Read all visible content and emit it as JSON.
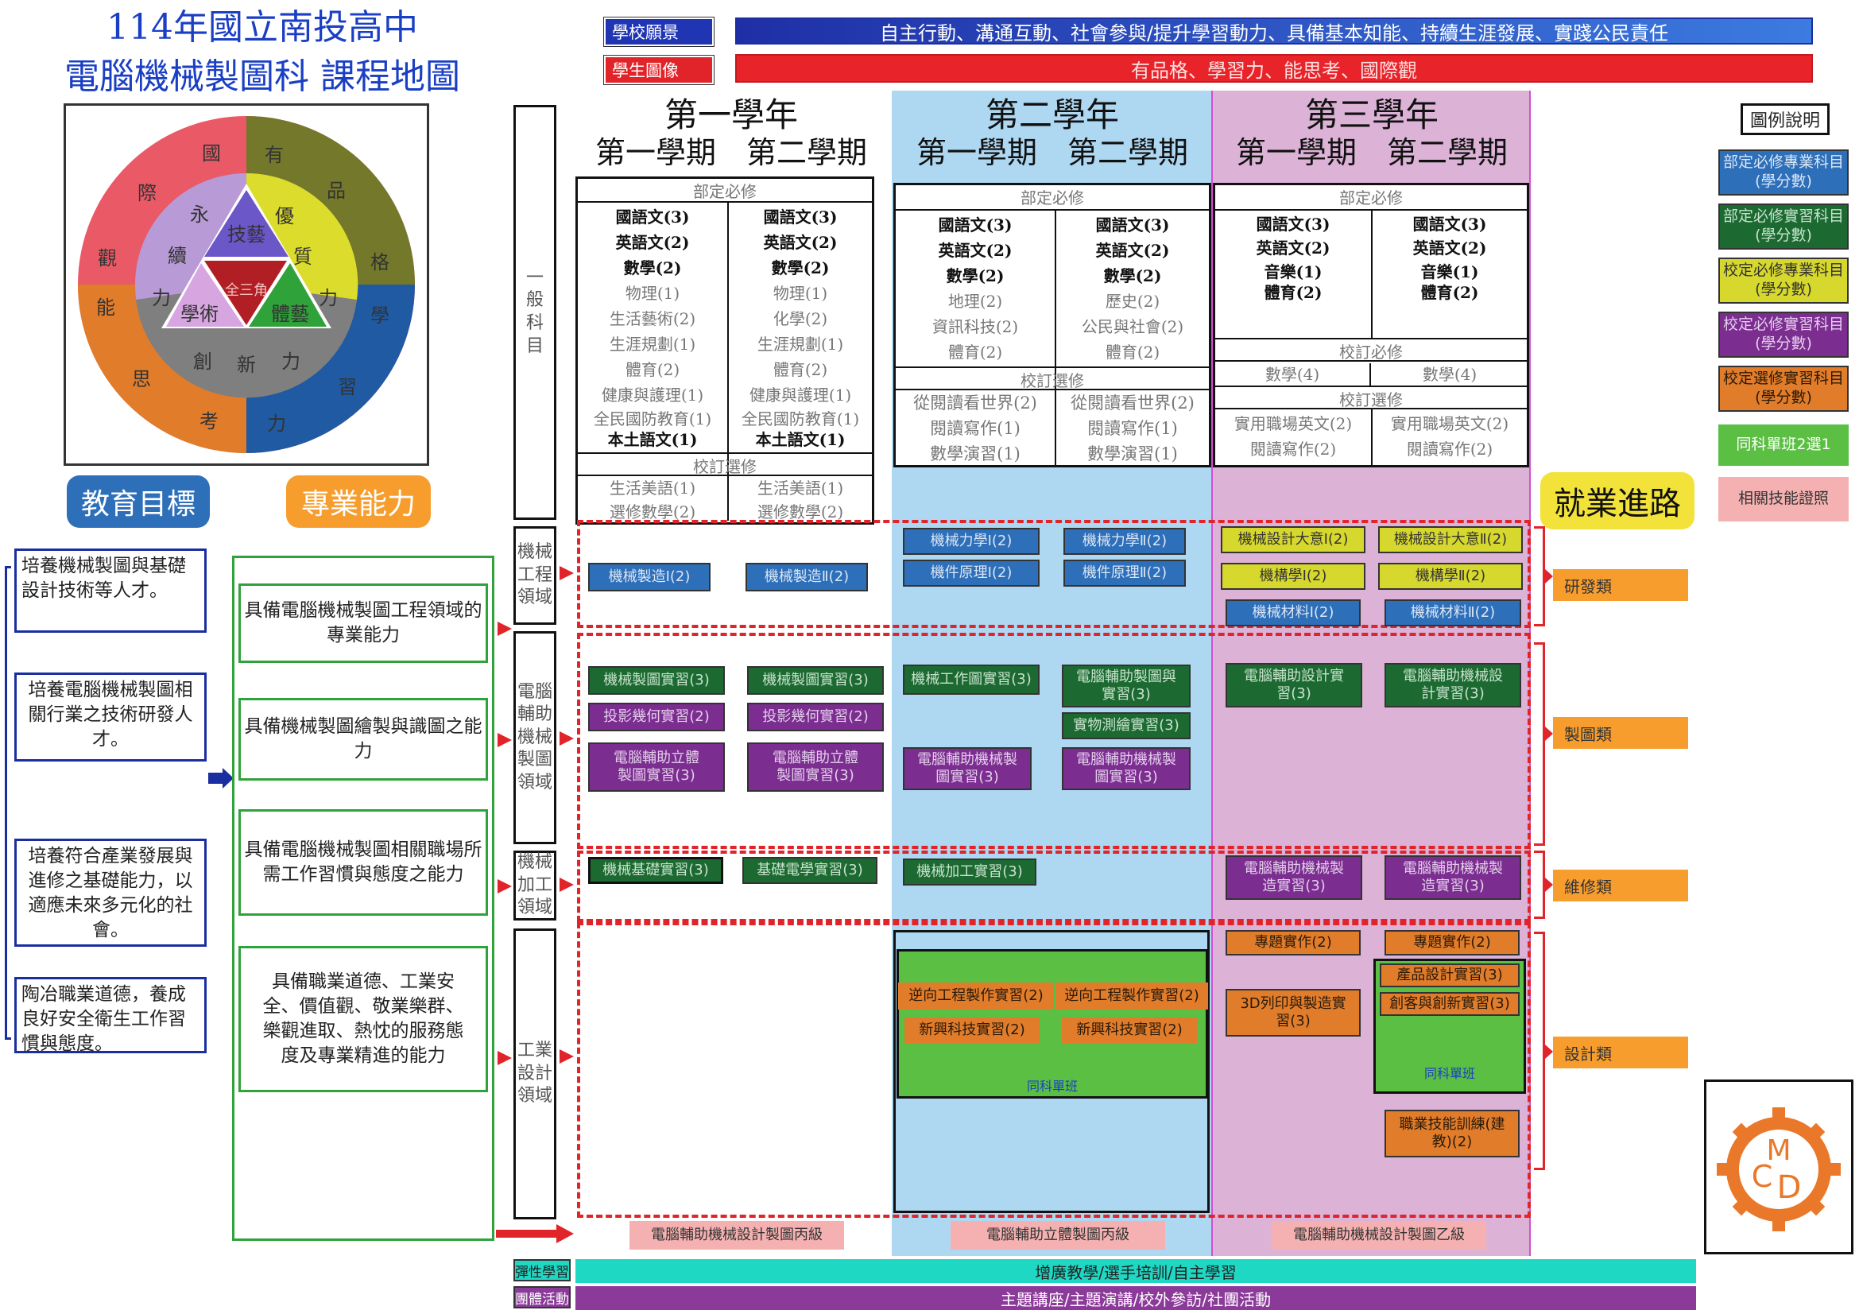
{
  "title": {
    "line1": "114年國立南投高中",
    "line2": "電腦機械製圖科 課程地圖"
  },
  "vision": {
    "label": "學校願景",
    "text": "自主行動、溝通互動、社會參與/提升學習動力、具備基本知能、持續生涯發展、實踐公民責任"
  },
  "portrait": {
    "label": "學生圖像",
    "text": "有品格、學習力、能思考、國際觀"
  },
  "wheel": {
    "outer": [
      "國",
      "際",
      "觀",
      "能",
      "思",
      "考",
      "力",
      "習",
      "學",
      "格",
      "品",
      "有"
    ],
    "middle": [
      "永",
      "續",
      "力",
      "優",
      "質",
      "力",
      "創",
      "新",
      "力"
    ],
    "inner": [
      "技藝",
      "學術",
      "體藝",
      "全三角"
    ]
  },
  "edu_goal_label": "教育目標",
  "pro_ability_label": "專業能力",
  "career_label": "就業進路",
  "goals": [
    "培養機械製圖與基礎設計技術等人才。",
    "培養電腦機械製圖相關行業之技術研發人才。",
    "培養符合產業發展與進修之基礎能力，以適應未來多元化的社會。",
    "陶冶職業道德，養成良好安全衛生工作習慣與態度。"
  ],
  "abilities": [
    "具備電腦機械製圖工程領域的專業能力",
    "具備機械製圖繪製與識圖之能力",
    "具備電腦機械製圖相關職場所需工作習慣與態度之能力",
    "具備職業道德、工業安全、價值觀、敬業樂群、樂觀進取、熱忱的服務態度及專業精進的能力"
  ],
  "years": [
    {
      "year": "第一學年",
      "sems": "第一學期　第二學期"
    },
    {
      "year": "第二學年",
      "sems": "第一學期　第二學期"
    },
    {
      "year": "第三學年",
      "sems": "第一學期　第二學期"
    }
  ],
  "domains": {
    "general": "一般科目",
    "mech_eng": "機械工程領域",
    "cad": "電腦輔助機械製圖領域",
    "machining": "機械加工領域",
    "design": "工業設計領域"
  },
  "general": {
    "y1": {
      "req_label": "部定必修",
      "s1": [
        "國語文(3)",
        "英語文(2)",
        "數學(2)",
        "物理(1)",
        "生活藝術(2)",
        "生涯規劃(1)",
        "體育(2)",
        "健康與護理(1)",
        "全民國防教育(1)",
        "本土語文(1)"
      ],
      "s2": [
        "國語文(3)",
        "英語文(2)",
        "數學(2)",
        "物理(1)",
        "化學(2)",
        "生涯規劃(1)",
        "體育(2)",
        "健康與護理(1)",
        "全民國防教育(1)",
        "本土語文(1)"
      ],
      "elec_label": "校訂選修",
      "e1": [
        "生活美語(1)",
        "選修數學(2)"
      ],
      "e2": [
        "生活美語(1)",
        "選修數學(2)"
      ]
    },
    "y2": {
      "req_label": "部定必修",
      "s1": [
        "國語文(3)",
        "英語文(2)",
        "數學(2)",
        "地理(2)",
        "資訊科技(2)",
        "體育(2)"
      ],
      "s2": [
        "國語文(3)",
        "英語文(2)",
        "數學(2)",
        "歷史(2)",
        "公民與社會(2)",
        "體育(2)"
      ],
      "elec_label": "校訂選修",
      "e1": [
        "從閱讀看世界(2)",
        "閱讀寫作(1)",
        "數學演習(1)"
      ],
      "e2": [
        "從閱讀看世界(2)",
        "閱讀寫作(1)",
        "數學演習(1)"
      ]
    },
    "y3": {
      "req_label": "部定必修",
      "s1": [
        "國語文(3)",
        "英語文(2)",
        "音樂(1)",
        "體育(2)"
      ],
      "s2": [
        "國語文(3)",
        "英語文(2)",
        "音樂(1)",
        "體育(2)"
      ],
      "sreq_label": "校訂必修",
      "m1": "數學(4)",
      "m2": "數學(4)",
      "elec_label": "校訂選修",
      "e1": [
        "實用職場英文(2)",
        "閱讀寫作(2)"
      ],
      "e2": [
        "實用職場英文(2)",
        "閱讀寫作(2)"
      ]
    }
  },
  "courses": {
    "mech_y1s1": "機械製造Ⅰ(2)",
    "mech_y1s2": "機械製造Ⅱ(2)",
    "mech_y2_1": "機械力學Ⅰ(2)",
    "mech_y2_2": "機械力學Ⅱ(2)",
    "mech_y2_3": "機件原理Ⅰ(2)",
    "mech_y2_4": "機件原理Ⅱ(2)",
    "mech_y3_1": "機械設計大意Ⅰ(2)",
    "mech_y3_2": "機械設計大意Ⅱ(2)",
    "mech_y3_3": "機構學Ⅰ(2)",
    "mech_y3_4": "機構學Ⅱ(2)",
    "mech_y3_5": "機械材料Ⅰ(2)",
    "mech_y3_6": "機械材料Ⅱ(2)",
    "cad_1": "機械製圖實習(3)",
    "cad_2": "機械製圖實習(3)",
    "cad_3": "投影幾何實習(2)",
    "cad_4": "投影幾何實習(2)",
    "cad_5": "電腦輔助立體製圖實習(3)",
    "cad_6": "電腦輔助立體製圖實習(3)",
    "cad_7": "機械工作圖實習(3)",
    "cad_8": "電腦輔助製圖與實習(3)",
    "cad_9": "實物測繪實習(3)",
    "cad_10": "電腦輔助機械製圖實習(3)",
    "cad_11": "電腦輔助機械製圖實習(3)",
    "cad_12": "電腦輔助設計實習(3)",
    "cad_13": "電腦輔助機械設計實習(3)",
    "mac_1": "機械基礎實習(3)",
    "mac_2": "基礎電學實習(3)",
    "mac_3": "機械加工實習(3)",
    "mac_4": "電腦輔助機械製造實習(3)",
    "mac_5": "電腦輔助機械製造實習(3)",
    "des_1": "逆向工程製作實習(2)",
    "des_2": "逆向工程製作實習(2)",
    "des_3": "新興科技實習(2)",
    "des_4": "新興科技實習(2)",
    "des_class_a": "同科單班",
    "des_5": "專題實作(2)",
    "des_6": "專題實作(2)",
    "des_7": "3D列印與製造實習(3)",
    "des_8": "產品設計實習(3)",
    "des_9": "創客與創新實習(3)",
    "des_class_b": "同科單班",
    "des_10": "職業技能訓練(建教)(2)"
  },
  "certs": [
    "電腦輔助機械設計製圖丙級",
    "電腦輔助立體製圖丙級",
    "電腦輔助機械設計製圖乙級"
  ],
  "careers": [
    "研發類",
    "製圖類",
    "維修類",
    "設計類"
  ],
  "legend": {
    "title": "圖例說明",
    "items": [
      "部定必修專業科目(學分數)",
      "部定必修實習科目(學分數)",
      "校定必修專業科目(學分數)",
      "校定必修實習科目(學分數)",
      "校定選修實習科目(學分數)",
      "同科單班2選1",
      "相關技能證照"
    ]
  },
  "flex": {
    "label": "彈性學習",
    "text": "增廣教學/選手培訓/自主學習"
  },
  "group": {
    "label": "團體活動",
    "text": "主題講座/主題演講/校外參訪/社團活動"
  },
  "logo": {
    "letters": [
      "M",
      "C",
      "D"
    ]
  },
  "colors": {
    "blue": "#2e6fb9",
    "dgreen": "#1c6a32",
    "yellow": "#d7d82e",
    "purple": "#7b2d90",
    "orange": "#e07c2a",
    "lgreen": "#5bbf43",
    "pink": "#f5b1b1",
    "y2bg": "#aed8f2",
    "y3bg": "#dcb3d6"
  }
}
